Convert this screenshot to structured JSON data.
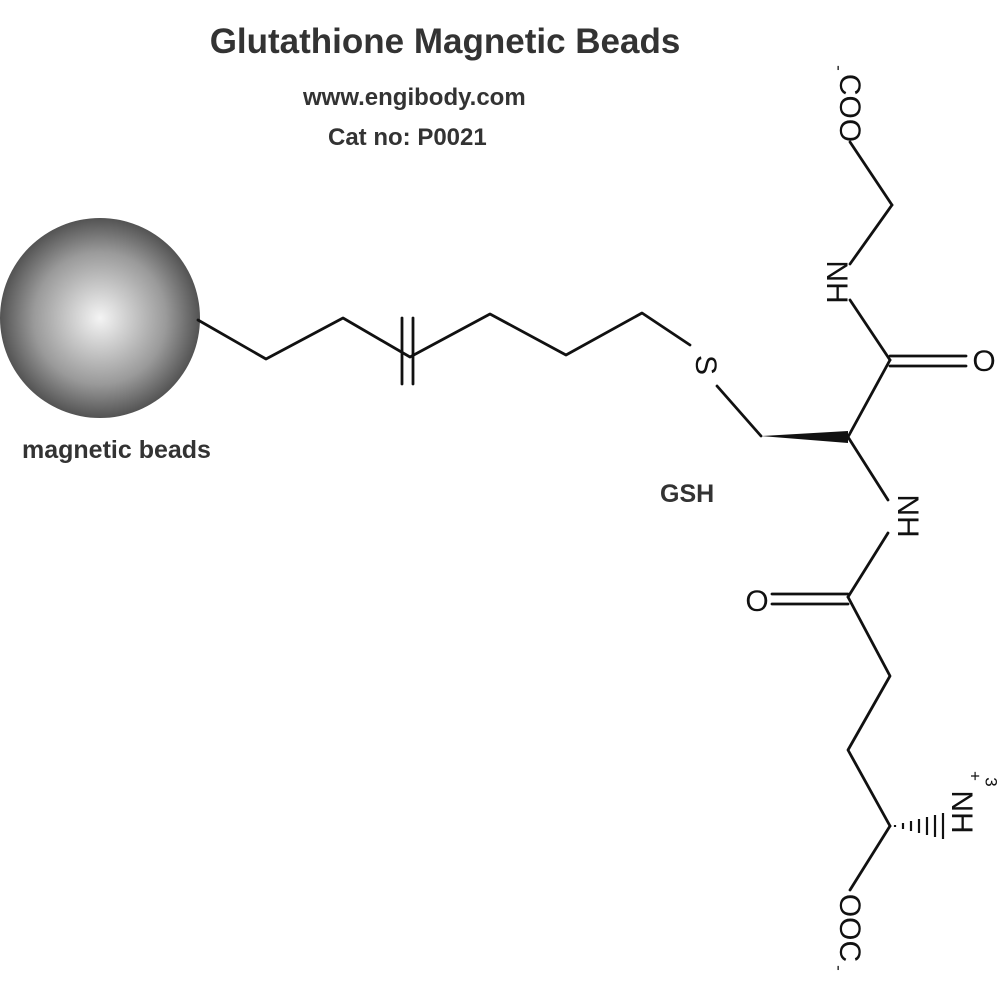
{
  "header": {
    "title": "Glutathione Magnetic Beads",
    "website": "www.engibody.com",
    "cat_no": "Cat no: P0021"
  },
  "labels": {
    "bead": "magnetic beads",
    "molecule": "GSH"
  },
  "atoms": {
    "s": "S",
    "o": "O",
    "nh": "NH",
    "h": "H",
    "n": "N",
    "coo_top": "COO",
    "ooc_bottom": "OOC",
    "nh3": "NH",
    "subscript_3": "3",
    "plus": "+",
    "minus": "-"
  },
  "colors": {
    "text": "#333333",
    "bond": "#111111",
    "bead_highlight": "#f2f2f2",
    "bead_shadow": "#4a4a4a"
  }
}
